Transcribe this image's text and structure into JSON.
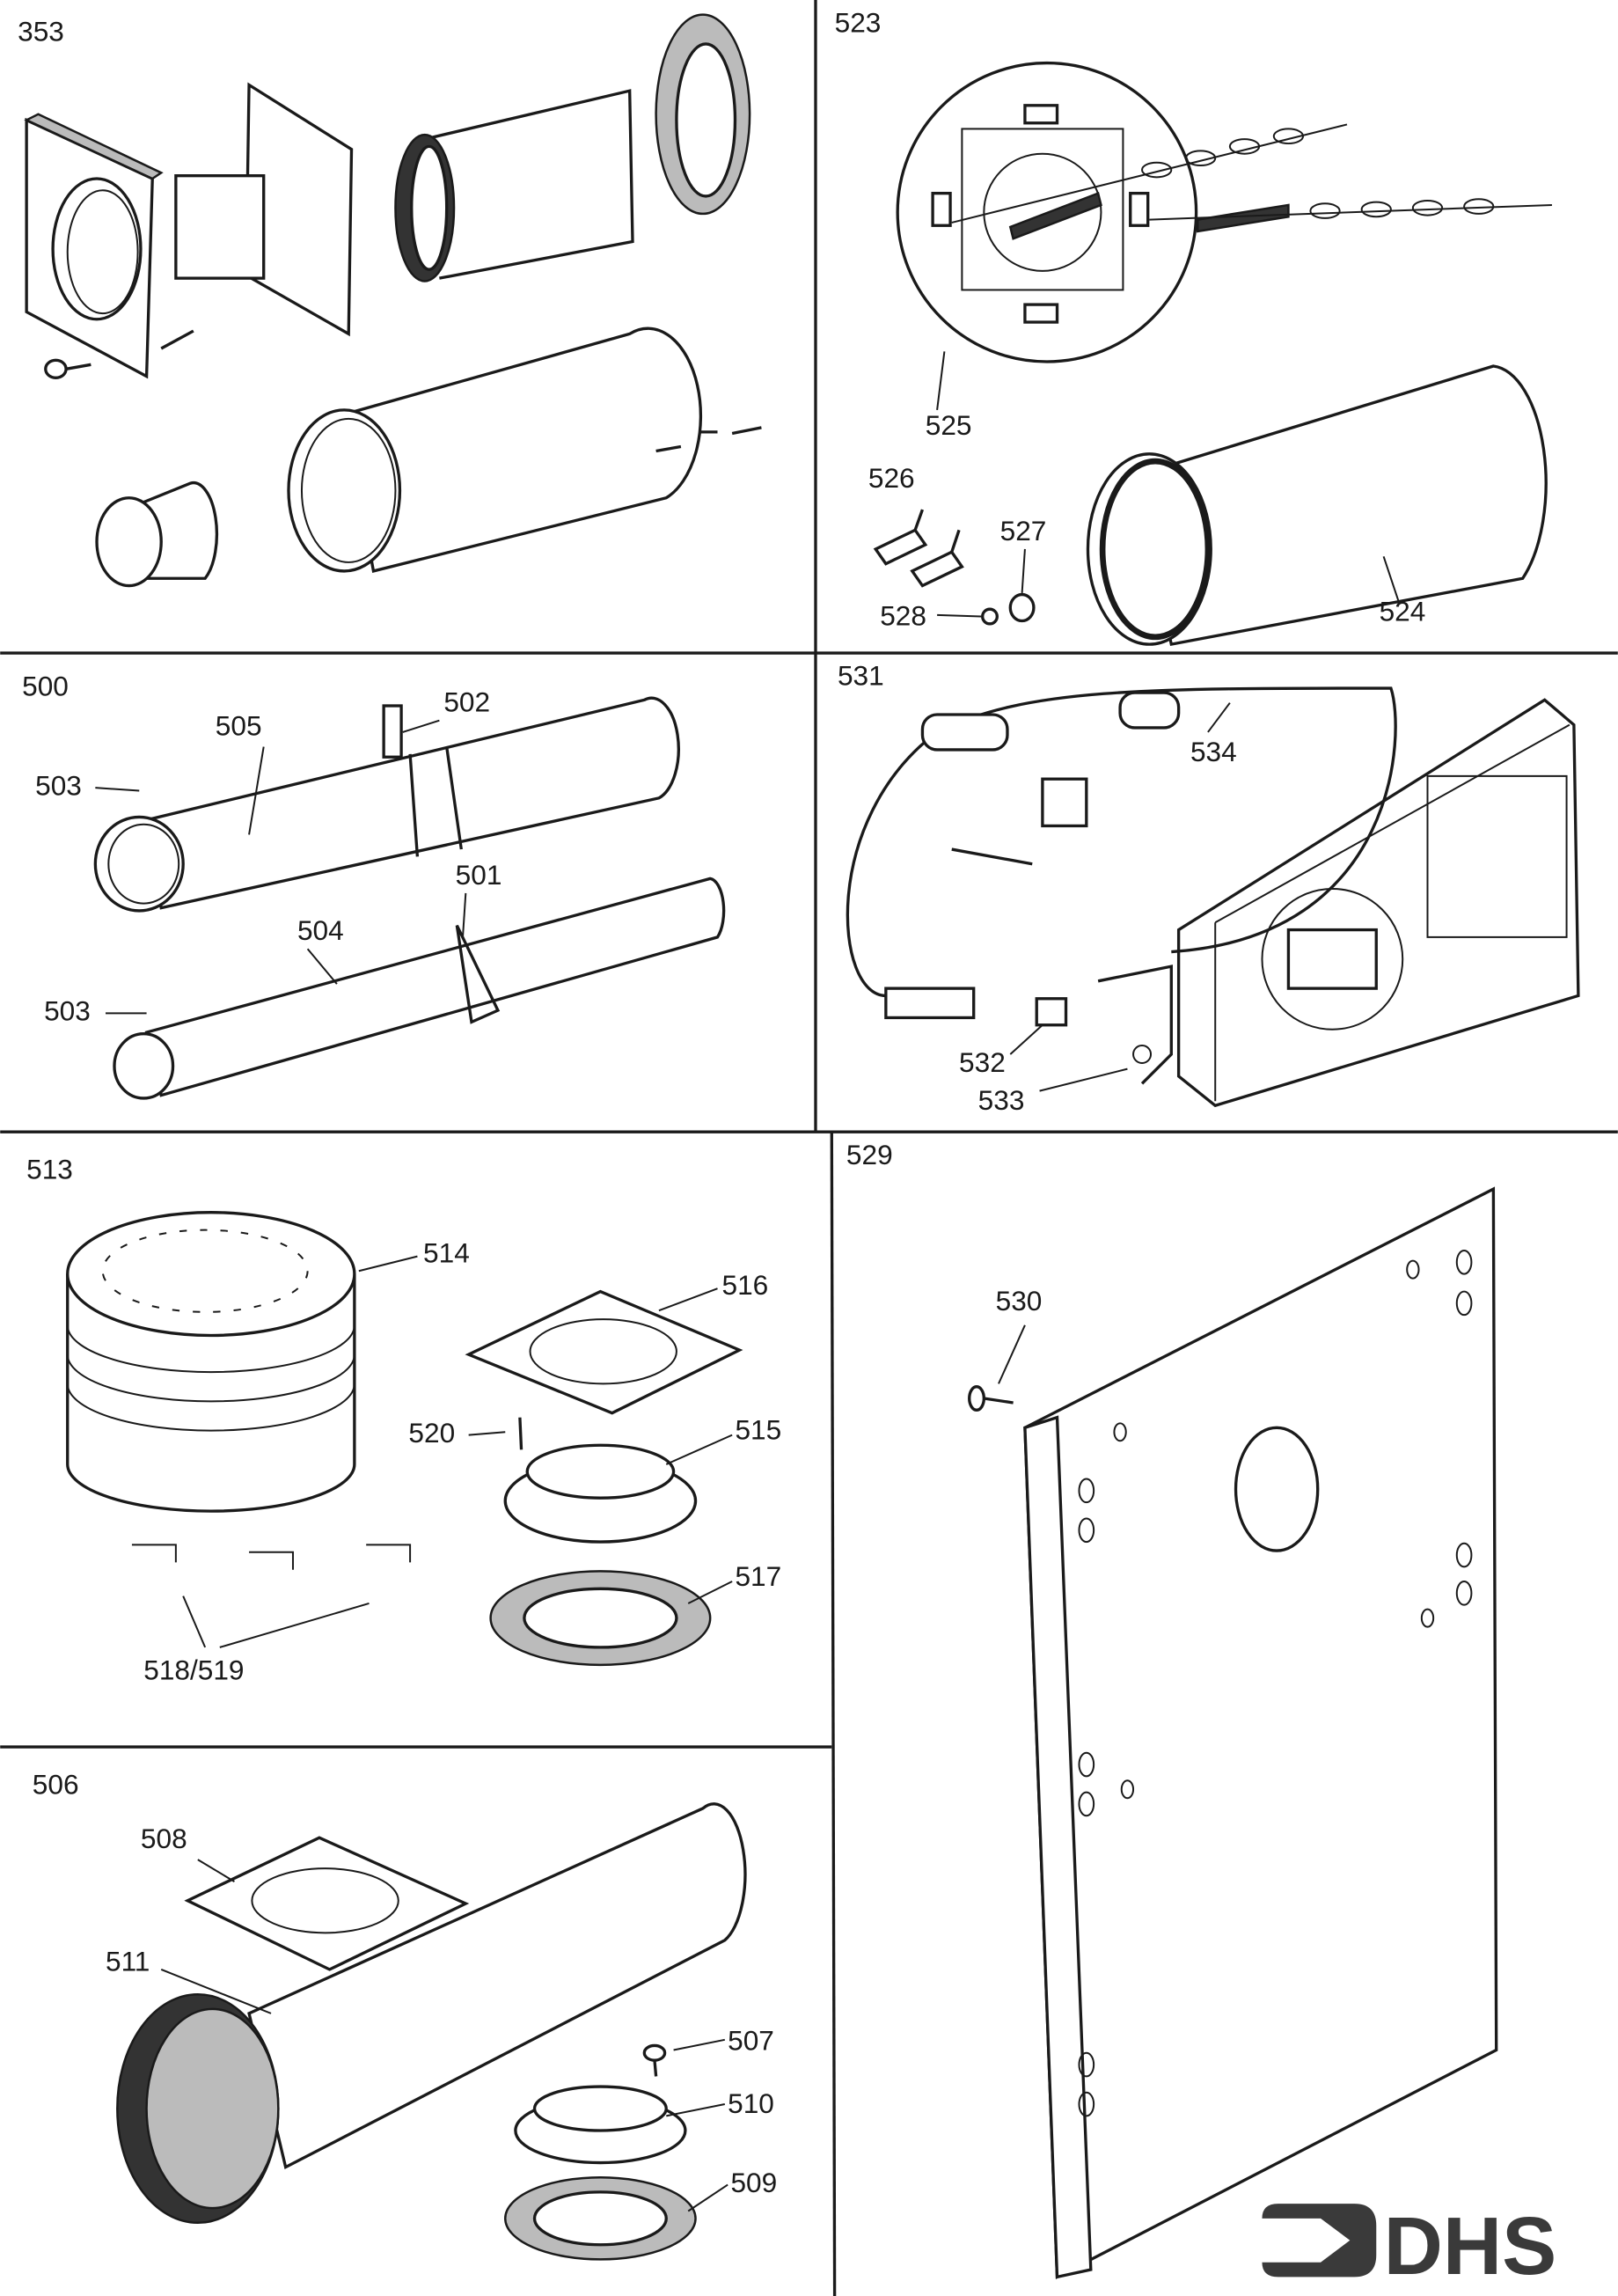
{
  "panels": {
    "p353": {
      "title": "353"
    },
    "p523": {
      "title": "523",
      "callouts": [
        "525",
        "526",
        "527",
        "528",
        "524"
      ]
    },
    "p500": {
      "title": "500",
      "callouts": [
        "505",
        "502",
        "503",
        "501",
        "504",
        "503"
      ]
    },
    "p531": {
      "title": "531",
      "callouts": [
        "534",
        "532",
        "533"
      ]
    },
    "p513": {
      "title": "513",
      "callouts": [
        "514",
        "516",
        "520",
        "515",
        "517",
        "518/519"
      ]
    },
    "p529": {
      "title": "529",
      "callouts": [
        "530"
      ]
    },
    "p506": {
      "title": "506",
      "callouts": [
        "508",
        "511",
        "507",
        "510",
        "509"
      ]
    }
  },
  "logo": {
    "text": "DHS",
    "color": "#3a3a3a"
  },
  "icons": [
    "arrow-logo-icon"
  ]
}
